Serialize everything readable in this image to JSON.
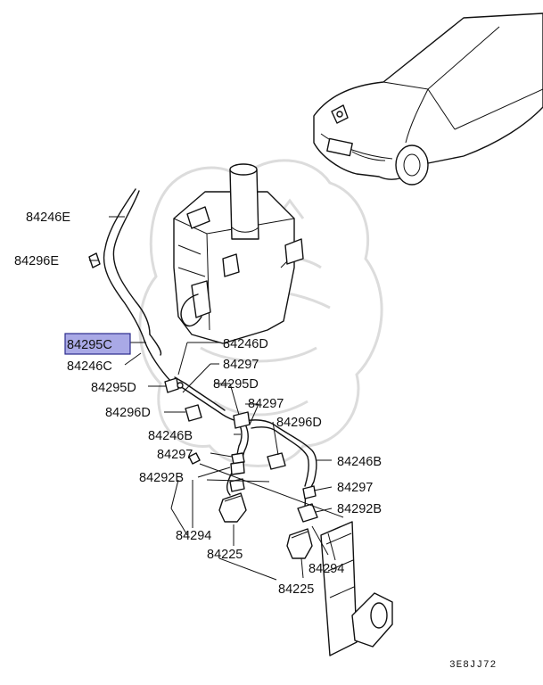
{
  "callouts": [
    {
      "id": "c1",
      "text": "84246E"
    },
    {
      "id": "c2",
      "text": "84296E"
    },
    {
      "id": "c3",
      "text": "84295C",
      "highlighted": true
    },
    {
      "id": "c4",
      "text": "84246C"
    },
    {
      "id": "c5",
      "text": "84295D"
    },
    {
      "id": "c6",
      "text": "84296D"
    },
    {
      "id": "c7",
      "text": "84246D"
    },
    {
      "id": "c8",
      "text": "84297"
    },
    {
      "id": "c9",
      "text": "84295D"
    },
    {
      "id": "c10",
      "text": "84297"
    },
    {
      "id": "c11",
      "text": "84296D"
    },
    {
      "id": "c12",
      "text": "84246B"
    },
    {
      "id": "c13",
      "text": "84297"
    },
    {
      "id": "c14",
      "text": "84292B"
    },
    {
      "id": "c15",
      "text": "84246B"
    },
    {
      "id": "c16",
      "text": "84297"
    },
    {
      "id": "c17",
      "text": "84292B"
    },
    {
      "id": "c18",
      "text": "84294"
    },
    {
      "id": "c19",
      "text": "84225"
    },
    {
      "id": "c20",
      "text": "84294"
    },
    {
      "id": "c21",
      "text": "84225"
    }
  ],
  "diagram_code": "3E8JJ72",
  "colors": {
    "highlight_fill": "#a9a9e6",
    "highlight_border": "#2b2b8c",
    "line": "#111111"
  }
}
